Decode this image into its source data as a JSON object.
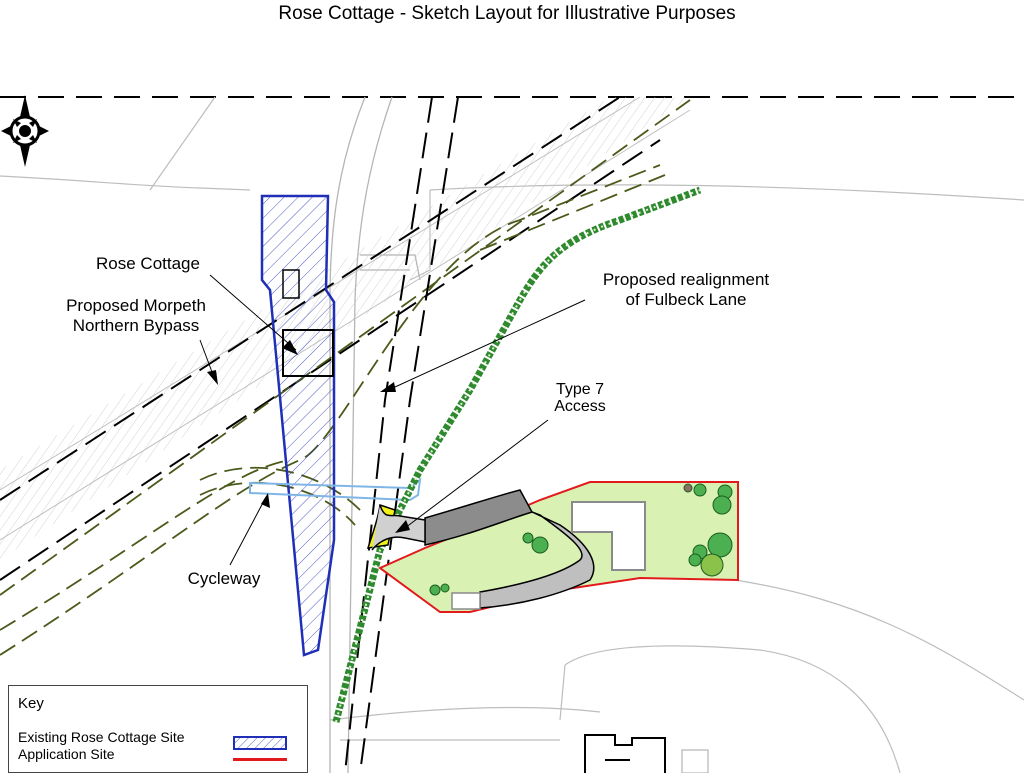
{
  "title": "Rose Cottage - Sketch Layout for Illustrative Purposes",
  "labels": {
    "rose_cottage": "Rose Cottage",
    "bypass_line1": "Proposed Morpeth",
    "bypass_line2": "Northern Bypass",
    "realignment_line1": "Proposed realignment",
    "realignment_line2": "of Fulbeck Lane",
    "access_line1": "Type 7",
    "access_line2": "Access",
    "cycleway": "Cycleway"
  },
  "key": {
    "title": "Key",
    "existing_site": "Existing Rose Cottage Site",
    "application_site": "Application Site"
  },
  "colors": {
    "existing_site": "#1f2fb8",
    "application_site": "#e31a1c",
    "garden": "#d9f2b3",
    "driveway": "#8c8c8c",
    "access": "#f2f21a",
    "hedge": "#2f8a2f",
    "cycleway": "#7fb6e6",
    "olive_dash": "#4a5a1a"
  },
  "icons": {
    "compass": "north-arrow-icon"
  }
}
